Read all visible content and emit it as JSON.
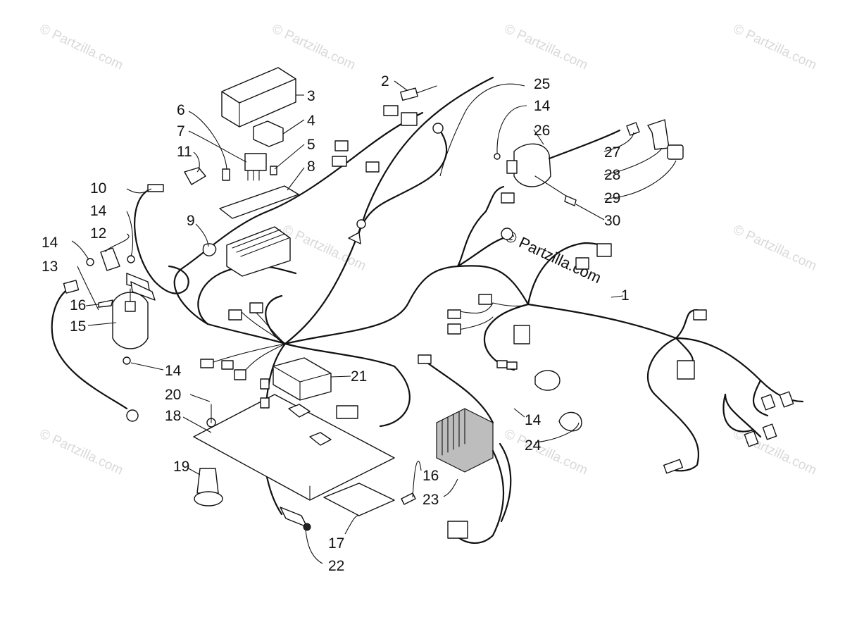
{
  "callouts": [
    {
      "id": "c1",
      "text": "1"
    },
    {
      "id": "c2",
      "text": "2"
    },
    {
      "id": "c3",
      "text": "3"
    },
    {
      "id": "c4",
      "text": "4"
    },
    {
      "id": "c5",
      "text": "5"
    },
    {
      "id": "c6",
      "text": "6"
    },
    {
      "id": "c7",
      "text": "7"
    },
    {
      "id": "c8",
      "text": "8"
    },
    {
      "id": "c9",
      "text": "9"
    },
    {
      "id": "c10",
      "text": "10"
    },
    {
      "id": "c11",
      "text": "11"
    },
    {
      "id": "c12",
      "text": "12"
    },
    {
      "id": "c13",
      "text": "13"
    },
    {
      "id": "c14a",
      "text": "14"
    },
    {
      "id": "c14b",
      "text": "14"
    },
    {
      "id": "c14c",
      "text": "14"
    },
    {
      "id": "c14d",
      "text": "14"
    },
    {
      "id": "c14e",
      "text": "14"
    },
    {
      "id": "c15",
      "text": "15"
    },
    {
      "id": "c16a",
      "text": "16"
    },
    {
      "id": "c16b",
      "text": "16"
    },
    {
      "id": "c17",
      "text": "17"
    },
    {
      "id": "c18",
      "text": "18"
    },
    {
      "id": "c19",
      "text": "19"
    },
    {
      "id": "c20",
      "text": "20"
    },
    {
      "id": "c21",
      "text": "21"
    },
    {
      "id": "c22",
      "text": "22"
    },
    {
      "id": "c23",
      "text": "23"
    },
    {
      "id": "c24",
      "text": "24"
    },
    {
      "id": "c25",
      "text": "25"
    },
    {
      "id": "c26",
      "text": "26"
    },
    {
      "id": "c27",
      "text": "27"
    },
    {
      "id": "c28",
      "text": "28"
    },
    {
      "id": "c29",
      "text": "29"
    },
    {
      "id": "c30",
      "text": "30"
    }
  ],
  "watermark": {
    "text": "© Partzilla.com",
    "center_text": "© Partzilla.com",
    "color": "#d9d9d9"
  },
  "colors": {
    "line": "#111111",
    "background": "#ffffff"
  }
}
